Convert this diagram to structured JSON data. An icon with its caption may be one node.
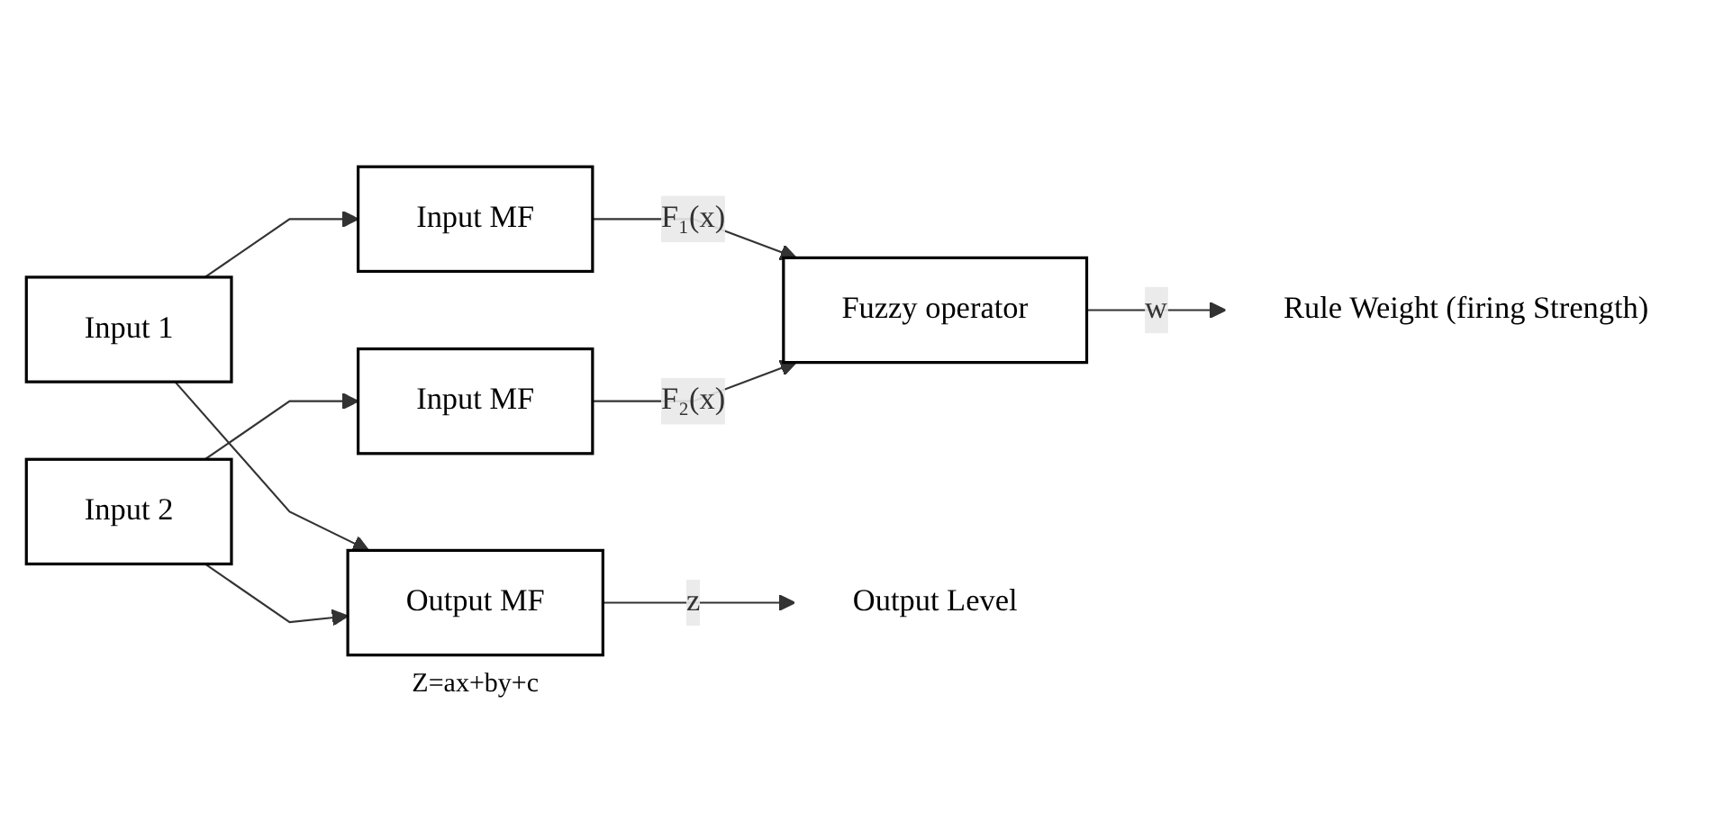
{
  "diagram": {
    "nodes": [
      {
        "text": [
          "Input 1"
        ]
      },
      {
        "text": [
          "Input 2"
        ]
      },
      {
        "text": [
          "Input MF"
        ]
      },
      {
        "text": [
          "Input MF"
        ]
      },
      {
        "text": [
          "Fuzzy operator"
        ]
      },
      {
        "text": [
          "Output MF"
        ],
        "beside": [
          "Z=ax+by+c"
        ]
      },
      {
        "text": [
          "Rule Weight (firing Strength)"
        ]
      },
      {
        "text": [
          "Output Level"
        ]
      }
    ],
    "edges": [
      {
        "from": 0,
        "to": 2,
        "arrow": "to"
      },
      {
        "from": 1,
        "to": 3,
        "arrow": "to"
      },
      {
        "from": 2,
        "to": 4,
        "arrow": "to",
        "label": "F₁(x)"
      },
      {
        "from": 3,
        "to": 4,
        "arrow": "to",
        "label": "F₂(x)"
      },
      {
        "from": 0,
        "to": 5,
        "arrow": "to"
      },
      {
        "from": 1,
        "to": 5,
        "arrow": "to"
      },
      {
        "from": 4,
        "to": 6,
        "arrow": "to",
        "label": "w"
      },
      {
        "from": 5,
        "to": 7,
        "arrow": "to",
        "label": "z"
      }
    ]
  }
}
